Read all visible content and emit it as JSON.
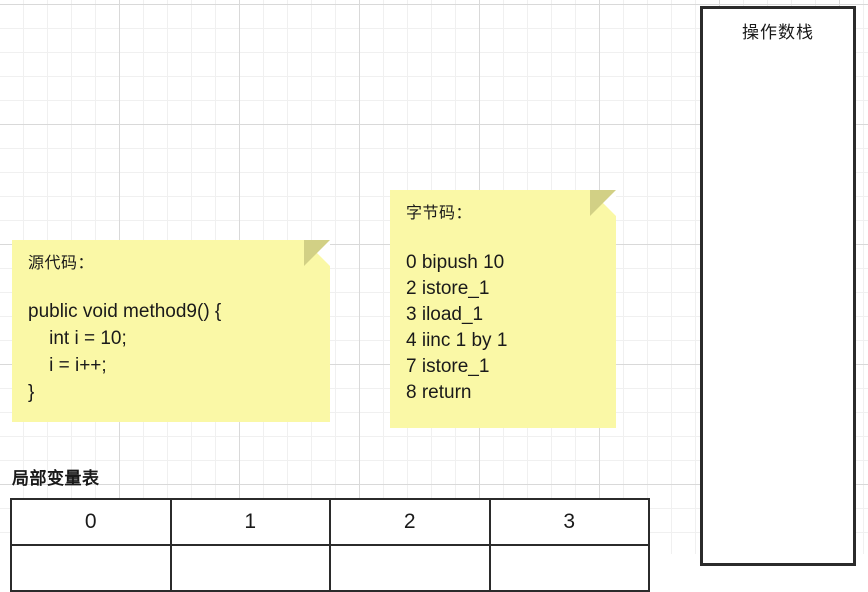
{
  "notes": {
    "source": {
      "title": "源代码：",
      "code": "public void method9() {\n    int i = 10;\n    i = i++;\n}",
      "fold_icon": "page-fold-icon"
    },
    "bytecode": {
      "title": "字节码：",
      "code": "0 bipush 10\n2 istore_1\n3 iload_1\n4 iinc 1 by 1\n7 istore_1\n8 return",
      "fold_icon": "page-fold-icon"
    }
  },
  "operand_stack": {
    "title": "操作数栈"
  },
  "local_variable_table": {
    "label": "局部变量表",
    "headers": [
      "0",
      "1",
      "2",
      "3"
    ],
    "rows": [
      [
        "",
        "",
        "",
        ""
      ]
    ]
  },
  "colors": {
    "note_fill": "#faf8a6",
    "note_fold": "#d2d085",
    "border": "#2b2b2b",
    "grid_minor": "#f0f0f0",
    "grid_major": "#d9d9d9",
    "text": "#1a1a1a"
  }
}
